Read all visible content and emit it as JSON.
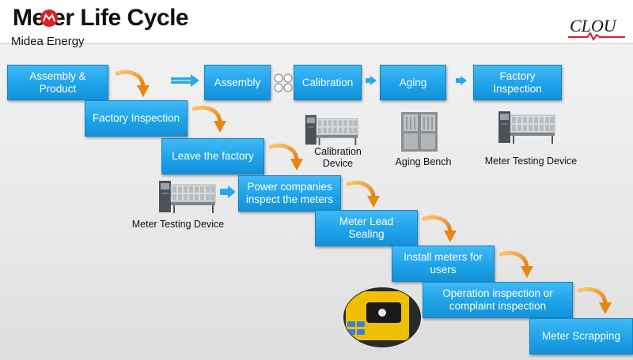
{
  "header": {
    "title": "Meter Life Cycle",
    "company": "Midea Energy",
    "brand_logo_text": "CLOU"
  },
  "steps": {
    "assembly_product": "Assembly & Product",
    "factory_inspection": "Factory Inspection",
    "leave_factory": "Leave the factory",
    "power_companies": "Power companies inspect the meters",
    "lead_sealing": "Meter Lead Sealing",
    "install_meters": "Install meters for users",
    "operation_inspection": "Operation inspection or complaint inspection",
    "meter_scrapping": "Meter  Scrapping"
  },
  "process": {
    "assembly": "Assembly",
    "calibration": "Calibration",
    "aging": "Aging",
    "factory_inspection": "Factory Inspection"
  },
  "captions": {
    "calibration_device": "Calibration Device",
    "aging_bench": "Aging Bench",
    "meter_testing_device_top": "Meter Testing Device",
    "meter_testing_device_left": "Meter Testing Device"
  },
  "colors": {
    "box": "#1ea3ea",
    "curve_arrow": "#f39a1e",
    "flow_arrow": "#29a8ec"
  },
  "icons": [
    "m-logo-icon",
    "clou-logo-icon",
    "blob-connector-icon",
    "meter-testing-device-icon",
    "aging-bench-icon",
    "handheld-meter-icon",
    "curved-arrow-icon",
    "right-arrow-icon"
  ]
}
